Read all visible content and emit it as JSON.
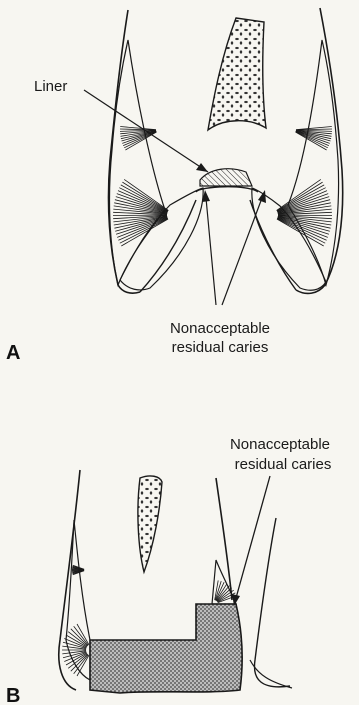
{
  "panel_a": {
    "letter": "A",
    "labels": {
      "liner": "Liner",
      "caries_line1": "Nonacceptable",
      "caries_line2": "residual caries"
    }
  },
  "panel_b": {
    "letter": "B",
    "labels": {
      "caries_line1": "Nonacceptable",
      "caries_line2": "residual caries"
    }
  },
  "colors": {
    "ink": "#1a1a1a",
    "background": "#f7f6f1",
    "restoration_fill": "#8a8a8a"
  }
}
